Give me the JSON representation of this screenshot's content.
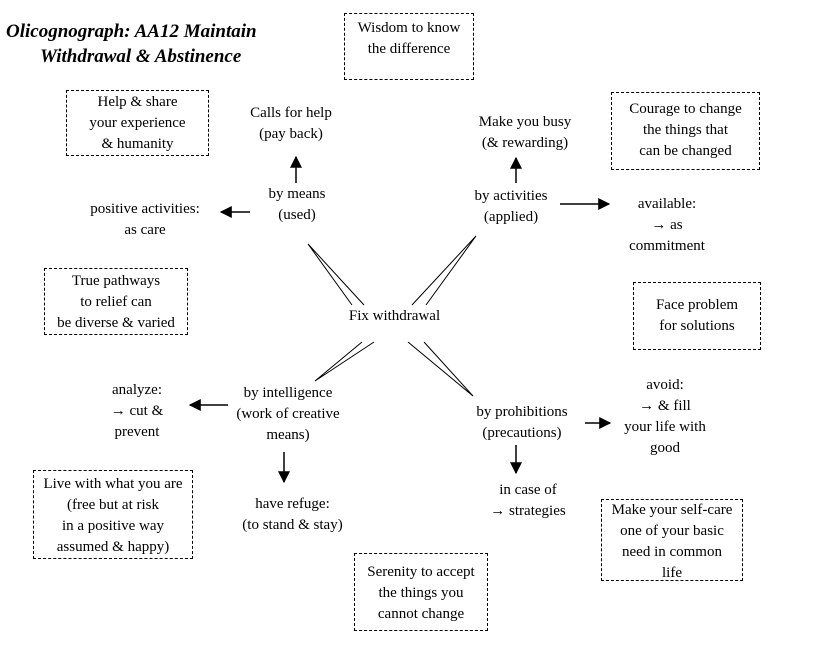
{
  "title": {
    "line1": "Olicognograph: AA12 Maintain",
    "line2": "Withdrawal & Abstinence"
  },
  "center": {
    "label": "Fix withdrawal"
  },
  "nodes": {
    "by_means": {
      "lines": [
        "by means",
        "(used)"
      ]
    },
    "calls_for_help": {
      "lines": [
        "Calls for help",
        "(pay back)"
      ]
    },
    "positive_activities": {
      "lines": [
        "positive activities:",
        "as care"
      ]
    },
    "by_activities": {
      "lines": [
        "by activities",
        "(applied)"
      ]
    },
    "make_you_busy": {
      "lines": [
        "Make you busy",
        "(& rewarding)"
      ]
    },
    "available": {
      "lines": [
        "available:",
        "→ as",
        "commitment"
      ]
    },
    "by_intelligence": {
      "lines": [
        "by intelligence",
        "(work of creative",
        "means)"
      ]
    },
    "analyze": {
      "lines": [
        "analyze:",
        "→ cut &",
        "prevent"
      ]
    },
    "have_refuge": {
      "lines": [
        "have refuge:",
        "(to stand & stay)"
      ]
    },
    "by_prohibitions": {
      "lines": [
        "by prohibitions",
        "(precautions)"
      ]
    },
    "avoid": {
      "lines": [
        "avoid:",
        "→ & fill",
        "your life with",
        "good"
      ]
    },
    "in_case_of": {
      "lines": [
        "in case of",
        "→ strategies"
      ]
    }
  },
  "boxes": {
    "wisdom": {
      "lines": [
        "Wisdom to know",
        "the difference"
      ]
    },
    "help_share": {
      "lines": [
        "Help & share",
        "your experience",
        "& humanity"
      ]
    },
    "courage": {
      "lines": [
        "Courage to change",
        "the things that",
        "can be changed"
      ]
    },
    "true_pathways": {
      "lines": [
        "True pathways",
        "to relief can",
        "be diverse & varied"
      ]
    },
    "face_problem": {
      "lines": [
        "Face problem",
        "for solutions"
      ]
    },
    "live_with": {
      "lines": [
        "Live with what you are",
        "(free but at risk",
        "in a positive way",
        "assumed & happy)"
      ]
    },
    "self_care": {
      "lines": [
        "Make your self-care",
        "one of your basic",
        "need in common",
        "life"
      ]
    },
    "serenity": {
      "lines": [
        "Serenity to accept",
        "the things you",
        "cannot  change"
      ]
    }
  }
}
